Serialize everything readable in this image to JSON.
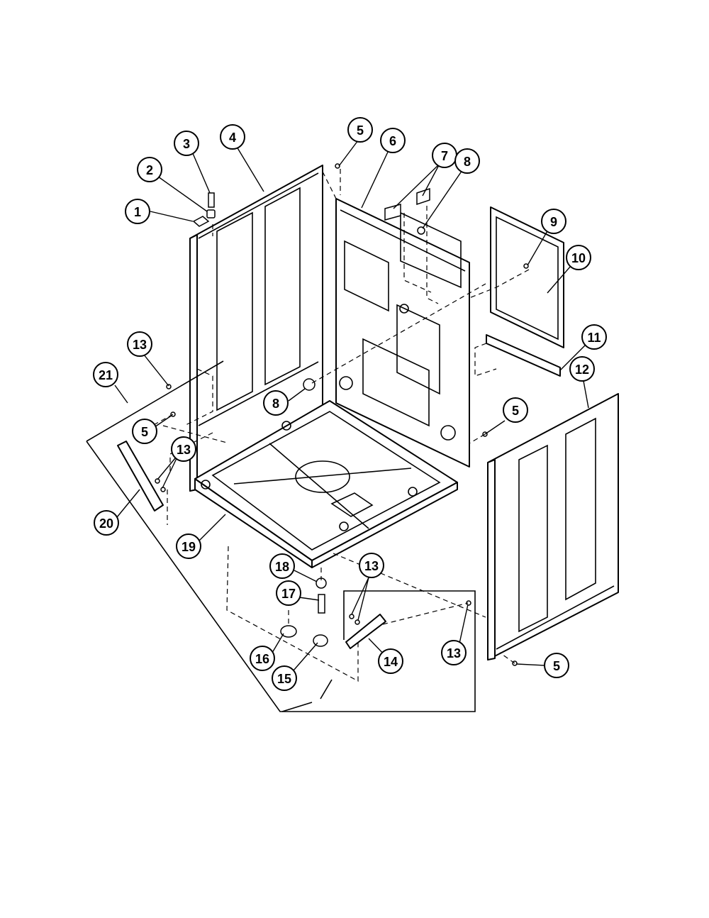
{
  "diagram": {
    "callouts": [
      {
        "id": "c1",
        "label": "1"
      },
      {
        "id": "c2",
        "label": "2"
      },
      {
        "id": "c3",
        "label": "3"
      },
      {
        "id": "c4",
        "label": "4"
      },
      {
        "id": "c5a",
        "label": "5"
      },
      {
        "id": "c6",
        "label": "6"
      },
      {
        "id": "c7",
        "label": "7"
      },
      {
        "id": "c8a",
        "label": "8"
      },
      {
        "id": "c9",
        "label": "9"
      },
      {
        "id": "c10",
        "label": "10"
      },
      {
        "id": "c11",
        "label": "11"
      },
      {
        "id": "c12",
        "label": "12"
      },
      {
        "id": "c13a",
        "label": "13"
      },
      {
        "id": "c21",
        "label": "21"
      },
      {
        "id": "c8b",
        "label": "8"
      },
      {
        "id": "c5b",
        "label": "5"
      },
      {
        "id": "c5c",
        "label": "5"
      },
      {
        "id": "c13b",
        "label": "13"
      },
      {
        "id": "c20",
        "label": "20"
      },
      {
        "id": "c19",
        "label": "19"
      },
      {
        "id": "c18",
        "label": "18"
      },
      {
        "id": "c13c",
        "label": "13"
      },
      {
        "id": "c17",
        "label": "17"
      },
      {
        "id": "c16",
        "label": "16"
      },
      {
        "id": "c15",
        "label": "15"
      },
      {
        "id": "c14",
        "label": "14"
      },
      {
        "id": "c13d",
        "label": "13"
      },
      {
        "id": "c5d",
        "label": "5"
      }
    ]
  }
}
